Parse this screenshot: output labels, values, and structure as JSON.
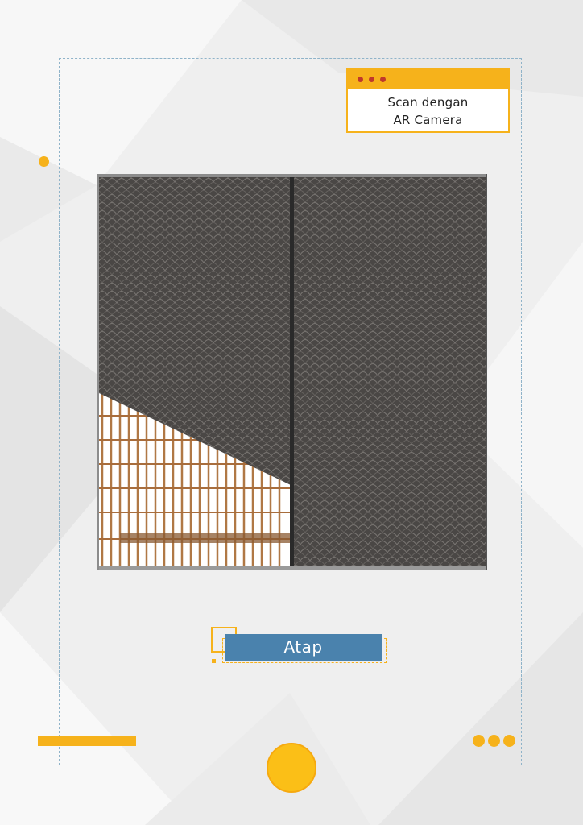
{
  "ar_badge": {
    "line1": "Scan dengan",
    "line2": "AR Camera",
    "dot_color": "#c0392b",
    "accent": "#f6b21b"
  },
  "figure": {
    "label": "Atap",
    "label_bg": "#4a82ad",
    "tile_color": "#4a4745",
    "batten_color": "#b07845"
  },
  "decor": {
    "accent": "#f6b21b",
    "frame_border": "#8fb3c9",
    "icons": [
      "three-dots-icon",
      "yellow-circle-icon"
    ]
  }
}
